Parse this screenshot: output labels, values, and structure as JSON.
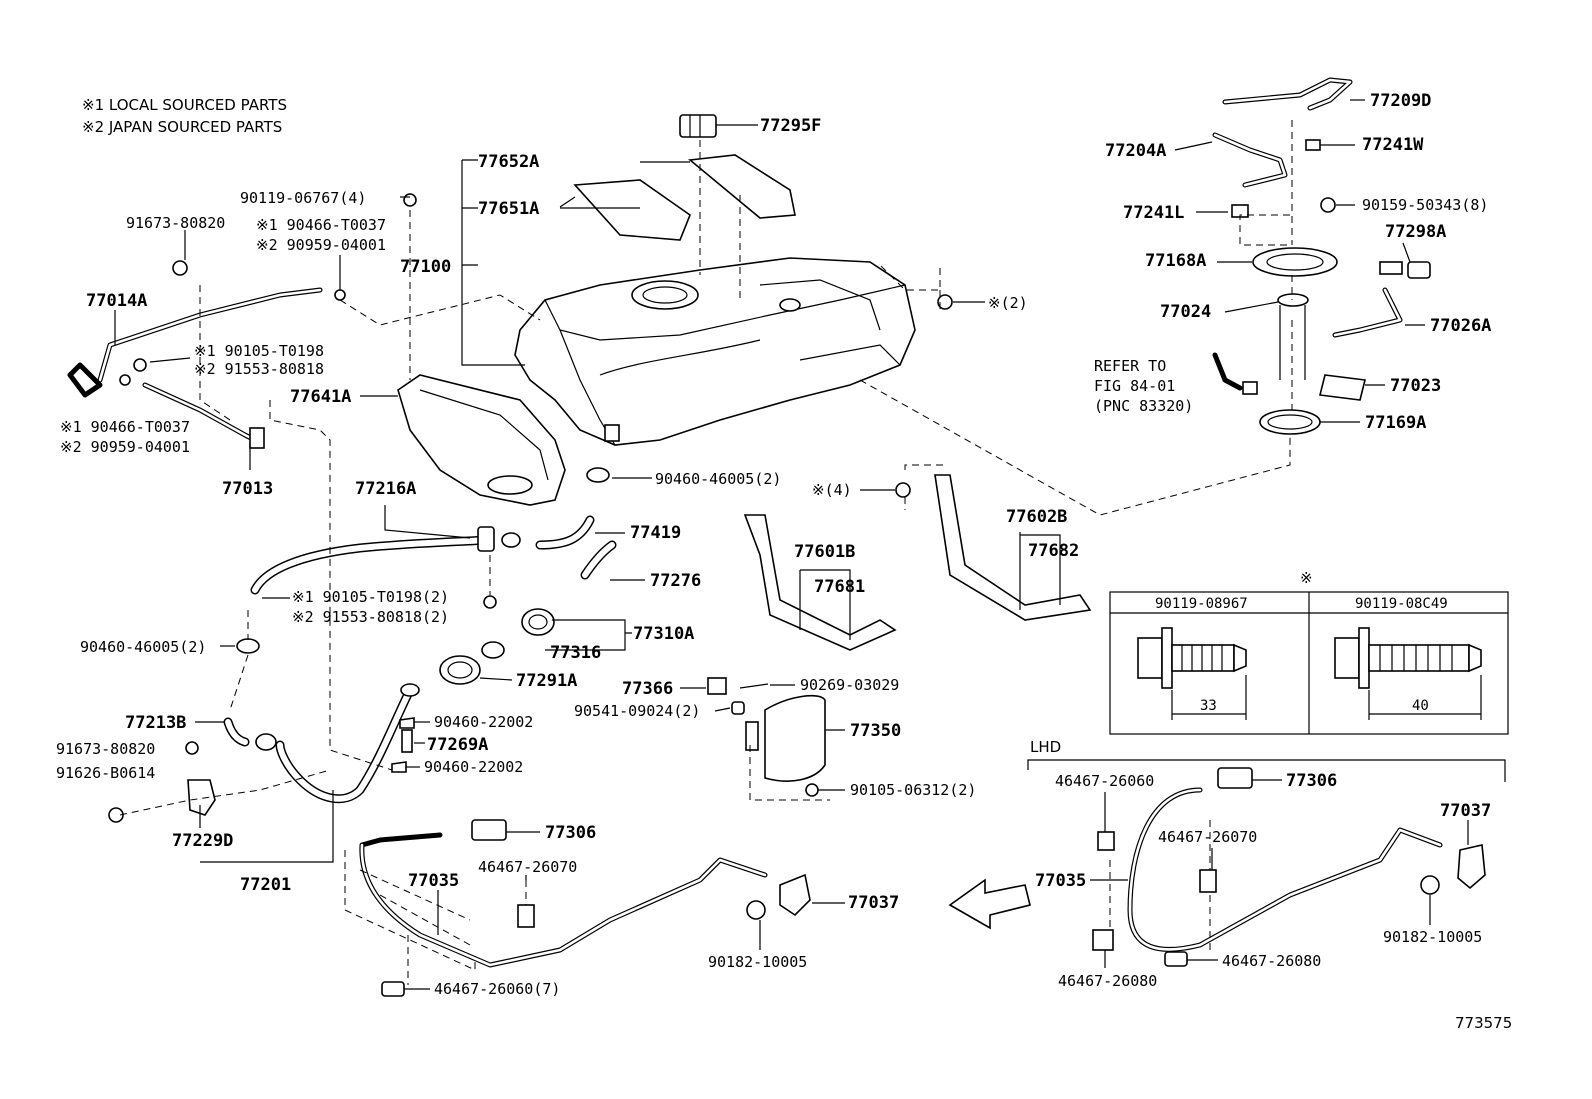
{
  "notes": {
    "n1": "※1 LOCAL SOURCED PARTS",
    "n2": "※2 JAPAN SOURCED PARTS"
  },
  "labels": {
    "p77295F": "77295F",
    "p77652A": "77652A",
    "p77651A": "77651A",
    "p77100": "77100",
    "p90119_06767": "90119-06767(4)",
    "p91673_80820a": "91673-80820",
    "p190466_t0037a": "※1 90466-T0037",
    "p290959_04001a": "※2 90959-04001",
    "p77014A": "77014A",
    "p190105_t0198a": "※1 90105-T0198",
    "p291553_80818a": "※2 91553-80818",
    "p190466_t0037b": "※1 90466-T0037",
    "p290959_04001b": "※2 90959-04001",
    "p77013": "77013",
    "p77641A": "77641A",
    "p77216A": "77216A",
    "p190105_t0198b": "※1 90105-T0198(2)",
    "p291553_80818b": "※2 91553-80818(2)",
    "p90460_46005a": "90460-46005(2)",
    "p90460_46005b": "90460-46005(2)",
    "p77419": "77419",
    "p77276": "77276",
    "p77310A": "77310A",
    "p77316": "77316",
    "p77291A": "77291A",
    "p77213B": "77213B",
    "p91673_80820b": "91673-80820",
    "p91626_b0614": "91626-B0614",
    "p77229D": "77229D",
    "p77201": "77201",
    "p90460_22002a": "90460-22002",
    "p77269A": "77269A",
    "p90460_22002b": "90460-22002",
    "p77366": "77366",
    "p90269_03029": "90269-03029",
    "p90541_09024": "90541-09024(2)",
    "p77350": "77350",
    "p90105_06312": "90105-06312(2)",
    "p_star4": "※(4)",
    "p77601B": "77601B",
    "p77681": "77681",
    "p77602B": "77602B",
    "p77682": "77682",
    "p_star2": "※(2)",
    "p77209D": "77209D",
    "p77204A": "77204A",
    "p77241W": "77241W",
    "p77241L": "77241L",
    "p90159_50343": "90159-50343(8)",
    "p77168A": "77168A",
    "p77298A": "77298A",
    "p77024": "77024",
    "p77026A": "77026A",
    "p77023": "77023",
    "p77169A": "77169A",
    "refer1": "REFER TO",
    "refer2": "FIG 84-01",
    "refer3": "(PNC 83320)",
    "p77306a": "77306",
    "p77035a": "77035",
    "p46467_26070a": "46467-26070",
    "p77037a": "77037",
    "p90182_10005a": "90182-10005",
    "p46467_26060b": "46467-26060(7)",
    "lhd": "LHD",
    "p46467_26060c": "46467-26060",
    "p77306b": "77306",
    "p77037b": "77037",
    "p46467_26070b": "46467-26070",
    "p77035b": "77035",
    "p46467_26080a": "46467-26080",
    "p46467_26080b": "46467-26080",
    "p90182_10005b": "90182-10005",
    "fig_number": "773575"
  },
  "bolt_table": {
    "marker": "※",
    "col1_header": "90119-08967",
    "col2_header": "90119-08C49",
    "col1_length": "33",
    "col2_length": "40"
  }
}
